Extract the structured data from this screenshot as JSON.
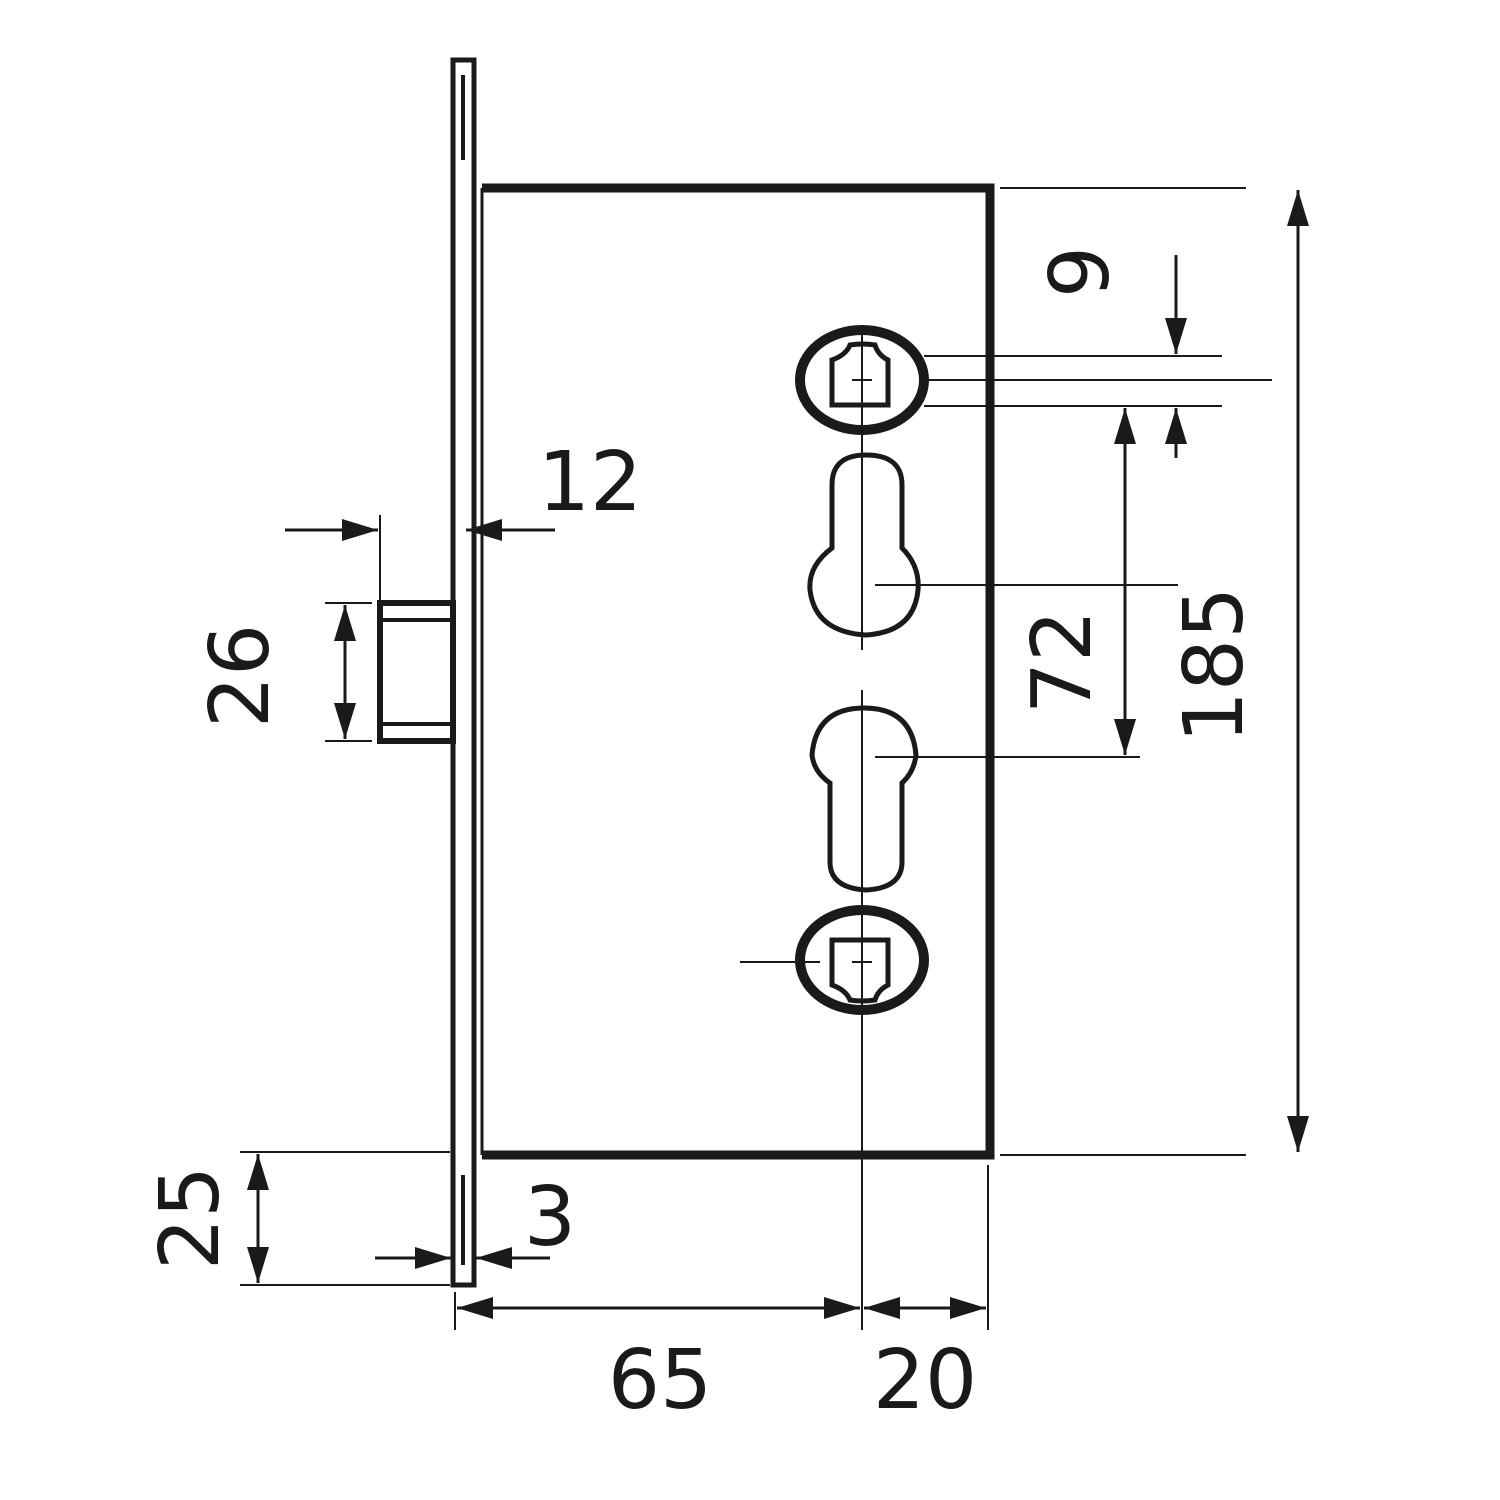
{
  "dimensions": {
    "faceplate_thickness": "3",
    "latch_projection": "12",
    "latch_height": "26",
    "faceplate_extension": "25",
    "backset": "65",
    "center_to_edge": "20",
    "top_offset": "9",
    "center_distance": "72",
    "body_height": "185"
  },
  "colors": {
    "line": "#1a1a1a",
    "background": "#ffffff"
  }
}
